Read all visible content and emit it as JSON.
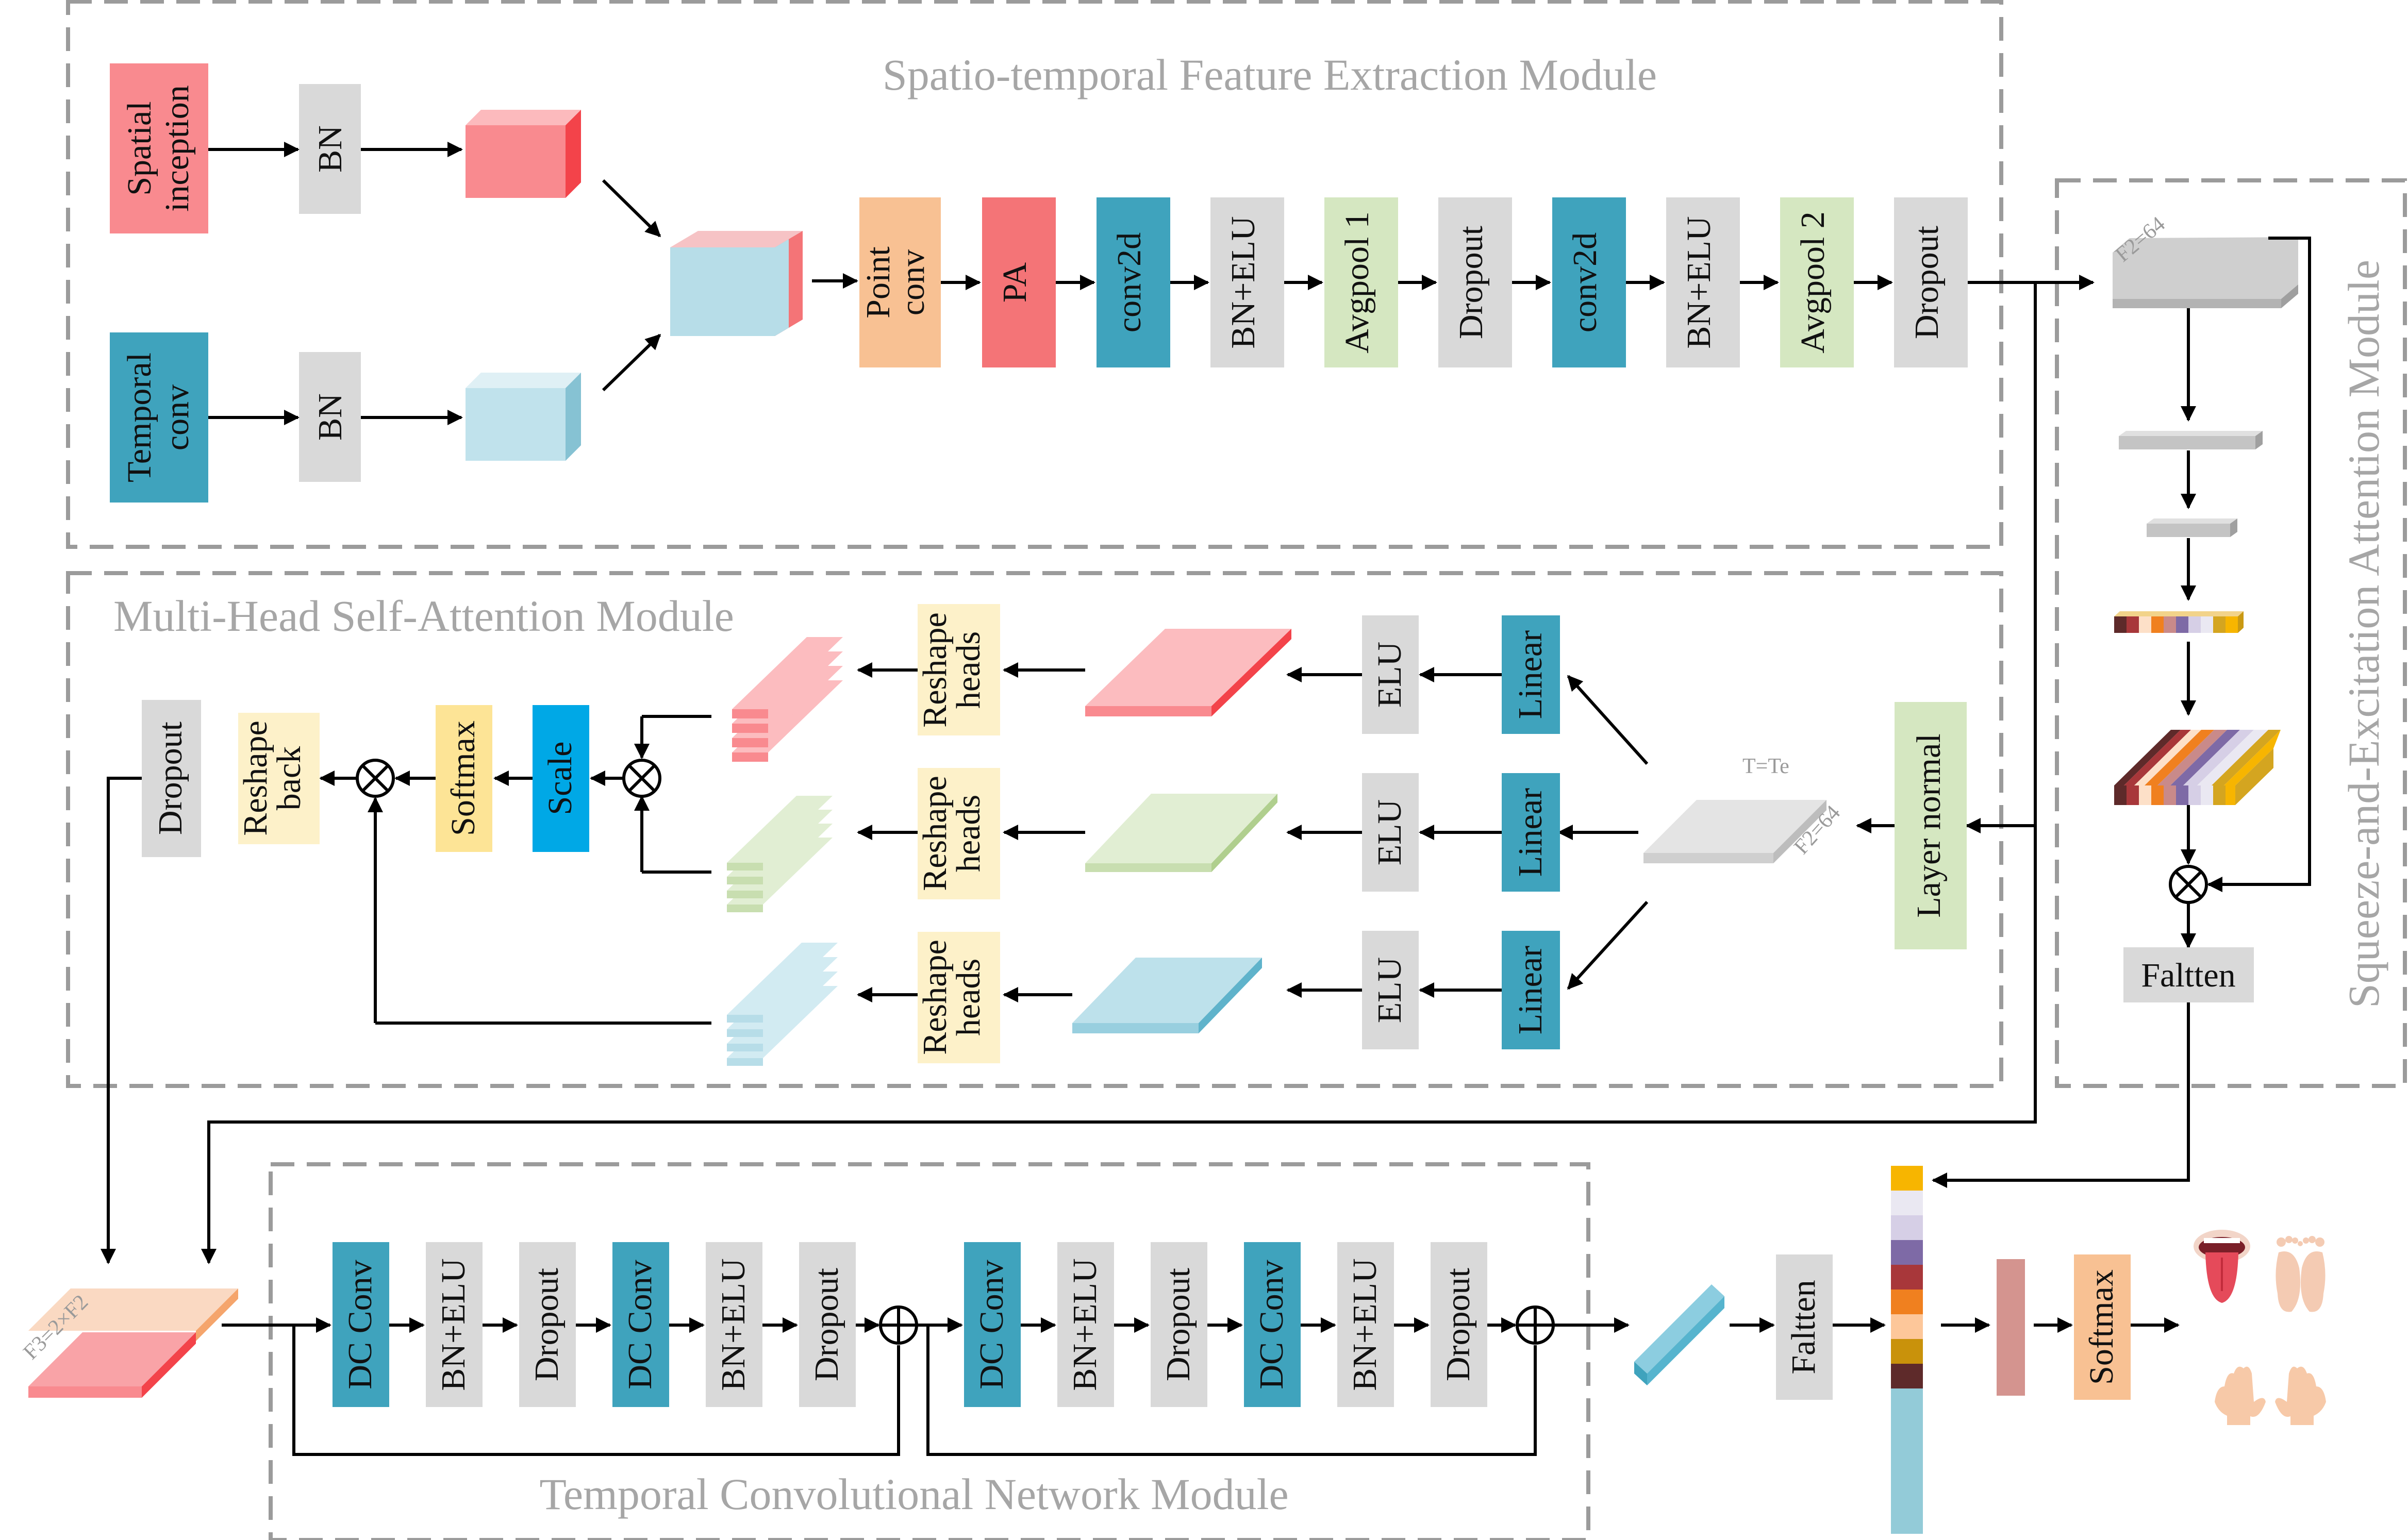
{
  "modules": {
    "st": "Spatio-temporal Feature Extraction Module",
    "mhsa": "Multi-Head Self-Attention Module",
    "tcn": "Temporal Convolutional Network Module",
    "se": "Squeeze-and-Excitation Attention Module"
  },
  "st": {
    "spatial": [
      "Spatial",
      "inception"
    ],
    "temporal": [
      "Temporal",
      "conv"
    ],
    "bn1": "BN",
    "bn2": "BN",
    "point": [
      "Point",
      "conv"
    ],
    "pa": "PA",
    "seq": [
      "conv2d",
      "BN+ELU",
      "Avgpool 1",
      "Dropout",
      "conv2d",
      "BN+ELU",
      "Avgpool 2",
      "Dropout"
    ]
  },
  "se": {
    "f2": "F2=64",
    "flatten": "Faltten"
  },
  "mhsa": {
    "layer_normal": "Layer normal",
    "t_label": "T=Te",
    "f2_label": "F2=64",
    "linear": "Linear",
    "elu": "ELU",
    "reshape_heads": [
      "Reshape",
      "heads"
    ],
    "scale": "Scale",
    "softmax": "Softmax",
    "reshape_back": [
      "Reshape",
      "back"
    ],
    "dropout": "Dropout"
  },
  "tcn": {
    "f3": "F3=2×F2",
    "dc": "DC Conv",
    "bnelu": "BN+ELU",
    "dropout": "Dropout",
    "flatten": "Faltten",
    "softmax": "Softmax"
  },
  "colors": {
    "pink": "#f98a8f",
    "red": "#f47477",
    "lightblue": "#b7dde8",
    "teal": "#3fa3bd",
    "gray": "#d9d9d9",
    "green": "#d5e7c1",
    "orange": "#f8c193",
    "yellow": "#fdf1c9",
    "softmax_yellow": "#fde496",
    "scale_blue": "#00a8e6",
    "dashed": "#9b9b9b"
  }
}
